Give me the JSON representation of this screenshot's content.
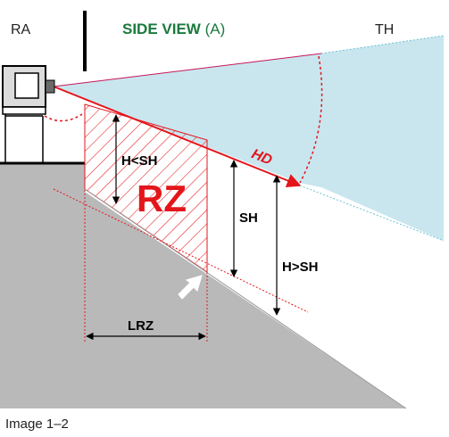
{
  "header": {
    "left_zone": "RA",
    "title_bold": "SIDE VIEW",
    "title_suffix": " (A)",
    "right_zone": "TH"
  },
  "labels": {
    "hd": "HD",
    "rz": "RZ",
    "h_less_sh": "H<SH",
    "sh": "SH",
    "h_greater_sh": "H>SH",
    "lrz": "LRZ"
  },
  "caption": "Image 1–2",
  "colors": {
    "title_green": "#1a7a3c",
    "accent_red": "#e3161b",
    "light_zone": "#c9e6ef",
    "ground_gray": "#b9b9b9",
    "line_black": "#000000"
  }
}
